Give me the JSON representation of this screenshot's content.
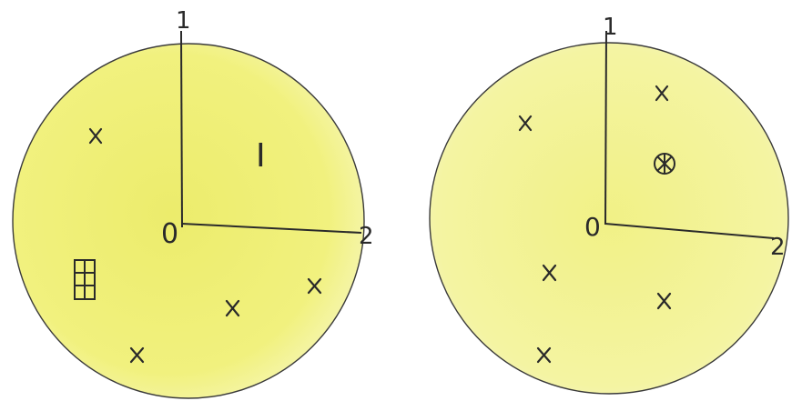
{
  "colors": {
    "fill": "#f2f291",
    "fill_center": "#ecec70",
    "ink": "#2a2a2a",
    "outline": "#3a3a3a"
  },
  "plates": [
    {
      "axis_labels": {
        "origin": "0",
        "vertical": "1",
        "horizontal": "2"
      },
      "region_label": "I",
      "marks": [
        {
          "symbol": "x",
          "icon": "cross-mark-icon"
        },
        {
          "symbol": "x",
          "icon": "cross-mark-icon"
        },
        {
          "symbol": "x",
          "icon": "cross-mark-icon"
        },
        {
          "symbol": "x",
          "icon": "cross-mark-icon"
        },
        {
          "symbol": "grid-box",
          "icon": "grid-box-icon"
        }
      ]
    },
    {
      "axis_labels": {
        "origin": "0",
        "vertical": "1",
        "horizontal": "2"
      },
      "marks": [
        {
          "symbol": "x",
          "icon": "cross-mark-icon"
        },
        {
          "symbol": "x",
          "icon": "cross-mark-icon"
        },
        {
          "symbol": "x",
          "icon": "cross-mark-icon"
        },
        {
          "symbol": "x",
          "icon": "cross-mark-icon"
        },
        {
          "symbol": "x",
          "icon": "cross-mark-icon"
        },
        {
          "symbol": "circled-x",
          "icon": "circled-cross-icon"
        }
      ]
    }
  ]
}
